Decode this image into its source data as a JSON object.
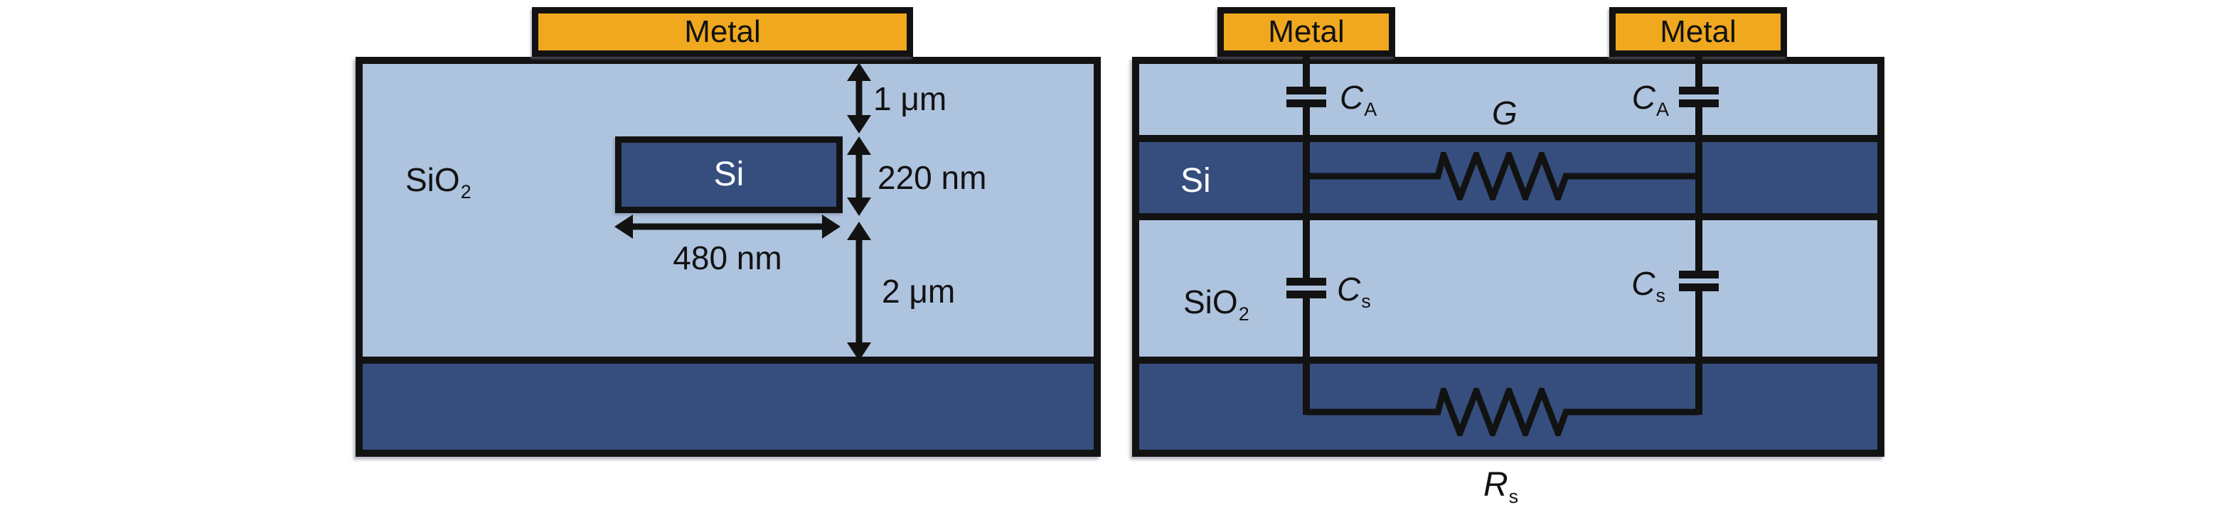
{
  "colors": {
    "oxide": "#AEC3DE",
    "silicon": "#354E7E",
    "metal": "#F0A81F",
    "line": "#121212"
  },
  "left_panel": {
    "metal": "Metal",
    "cladding": {
      "base": "SiO",
      "sub": "2"
    },
    "core": "Si",
    "dims": {
      "top_oxide": "1 μm",
      "core_thickness": "220 nm",
      "core_width": "480 nm",
      "buried_oxide": "2 μm"
    }
  },
  "right_panel": {
    "metal_left": "Metal",
    "metal_right": "Metal",
    "si_layer": "Si",
    "oxide_layer": {
      "base": "SiO",
      "sub": "2"
    },
    "cap_top_left": {
      "base": "C",
      "sub": "A"
    },
    "cap_top_right": {
      "base": "C",
      "sub": "A"
    },
    "conductance": "G",
    "cap_bottom_left": {
      "base": "C",
      "sub": "s"
    },
    "cap_bottom_right": {
      "base": "C",
      "sub": "s"
    },
    "substrate_resistance": {
      "base": "R",
      "sub": "s"
    }
  }
}
